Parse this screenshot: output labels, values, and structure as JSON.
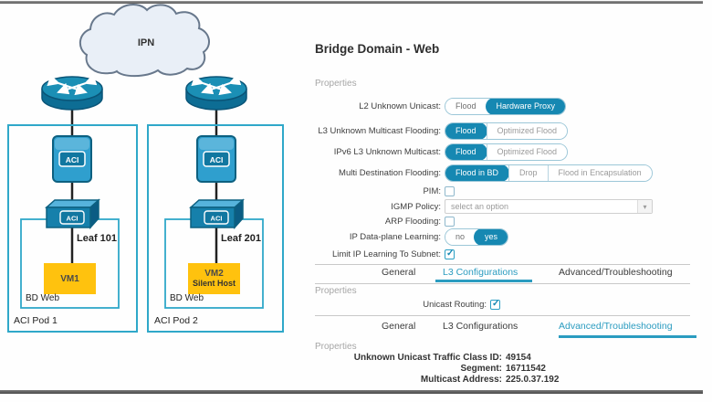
{
  "diagram": {
    "cloud_label": "IPN",
    "aci_badge": "ACI",
    "pods": [
      {
        "name": "ACI Pod 1",
        "bd": "BD Web",
        "leaf": "Leaf 101",
        "vm": "VM1"
      },
      {
        "name": "ACI Pod 2",
        "bd": "BD Web",
        "leaf": "Leaf 201",
        "vm": "VM2",
        "vm_sub": "Silent Host"
      }
    ],
    "colors": {
      "pod_border": "#2fa8c9",
      "vm_fill": "#ffc20e",
      "device_blue": "#1b8fb5"
    }
  },
  "panel": {
    "title": "Bridge Domain - Web",
    "properties_label": "Properties",
    "form": {
      "l2_unknown_unicast": {
        "label": "L2 Unknown Unicast:",
        "options": [
          "Flood",
          "Hardware Proxy"
        ],
        "selected": "Hardware Proxy"
      },
      "l3_unknown_multicast_flooding": {
        "label": "L3 Unknown Multicast Flooding:",
        "options": [
          "Flood",
          "Optimized Flood"
        ],
        "selected": "Flood"
      },
      "ipv6_l3_unknown_multicast": {
        "label": "IPv6 L3 Unknown Multicast:",
        "options": [
          "Flood",
          "Optimized Flood"
        ],
        "selected": "Flood"
      },
      "multi_destination_flooding": {
        "label": "Multi Destination Flooding:",
        "options": [
          "Flood in BD",
          "Drop",
          "Flood in Encapsulation"
        ],
        "selected": "Flood in BD"
      },
      "pim": {
        "label": "PIM:",
        "checked": false
      },
      "igmp_policy": {
        "label": "IGMP Policy:",
        "value": "select an option"
      },
      "arp_flooding": {
        "label": "ARP Flooding:",
        "checked": false
      },
      "ip_data_plane_learning": {
        "label": "IP Data-plane Learning:",
        "options": [
          "no",
          "yes"
        ],
        "selected": "yes"
      },
      "limit_ip_learning_to_subnet": {
        "label": "Limit IP Learning To Subnet:",
        "checked": true
      },
      "unicast_routing": {
        "label": "Unicast Routing:",
        "checked": true
      }
    },
    "tabs": {
      "items": [
        "General",
        "L3 Configurations",
        "Advanced/Troubleshooting"
      ],
      "row1_active": "L3 Configurations",
      "row2_active": "Advanced/Troubleshooting"
    },
    "info": {
      "rows": [
        {
          "label": "Unknown Unicast Traffic Class ID:",
          "value": "49154"
        },
        {
          "label": "Segment:",
          "value": "16711542"
        },
        {
          "label": "Multicast Address:",
          "value": "225.0.37.192"
        }
      ]
    },
    "colors": {
      "accent": "#1688b2",
      "tab_active": "#2b9cc0"
    }
  }
}
